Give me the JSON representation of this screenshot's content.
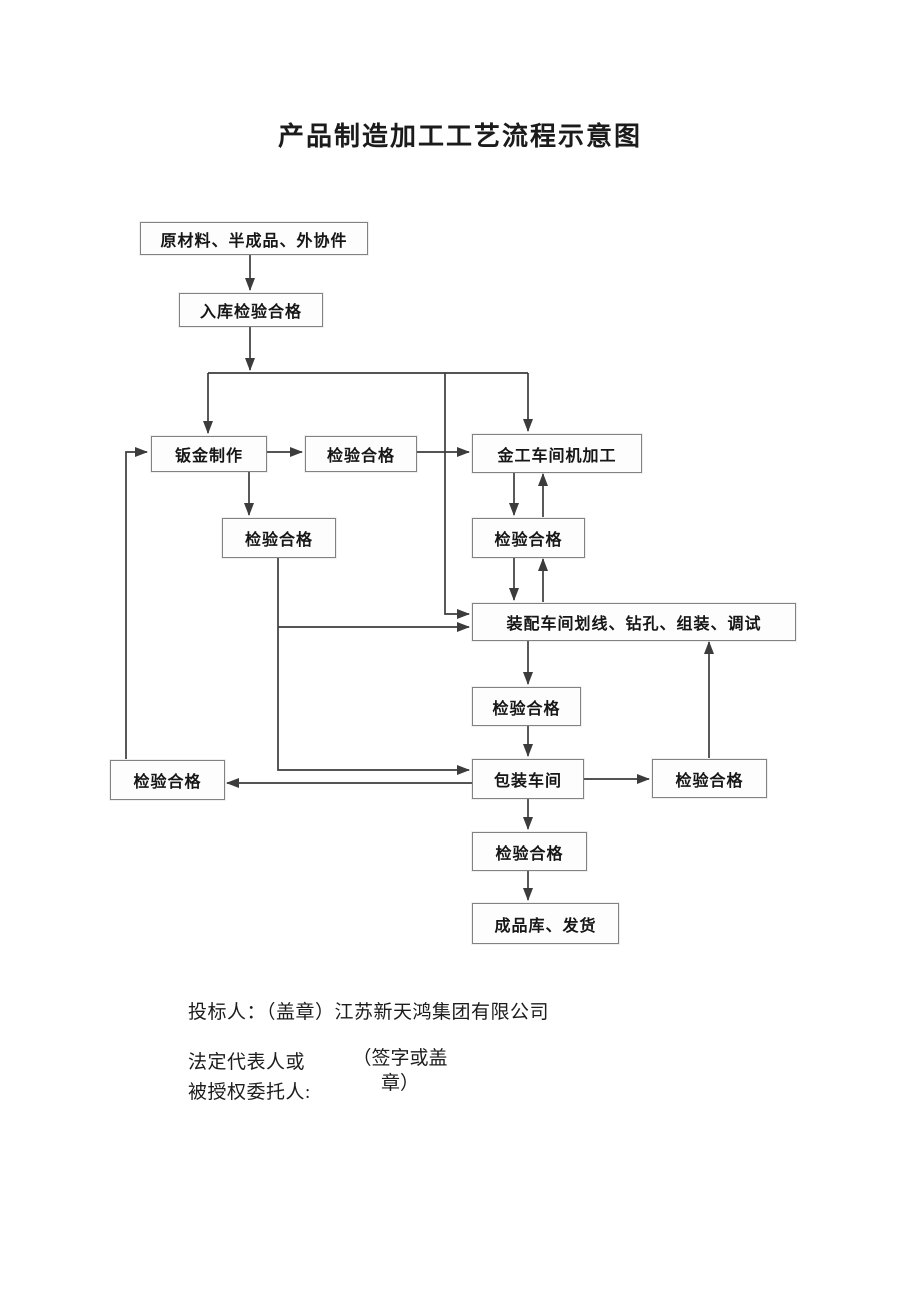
{
  "page": {
    "title": "产品制造加工工艺流程示意图"
  },
  "flowchart": {
    "nodes": {
      "raw": {
        "label": "原材料、半成品、外协件"
      },
      "incoming": {
        "label": "入库检验合格"
      },
      "sheetmetal": {
        "label": "钣金制作"
      },
      "inspect1": {
        "label": "检验合格"
      },
      "machining": {
        "label": "金工车间机加工"
      },
      "inspect2": {
        "label": "检验合格"
      },
      "inspect3": {
        "label": "检验合格"
      },
      "assembly": {
        "label": "装配车间划线、钻孔、组装、调试"
      },
      "inspect4": {
        "label": "检验合格"
      },
      "packing": {
        "label": "包装车间"
      },
      "inspect5": {
        "label": "检验合格"
      },
      "inspect6": {
        "label": "检验合格"
      },
      "inspect7": {
        "label": "检验合格"
      },
      "finished": {
        "label": "成品库、发货"
      }
    },
    "edges": [
      "raw->incoming",
      "incoming->branch",
      "branch->sheetmetal",
      "branch->machining",
      "branch->assembly",
      "sheetmetal->inspect1",
      "inspect1->machining",
      "sheetmetal->inspect2",
      "inspect2->assembly",
      "inspect2->packing",
      "machining->inspect3",
      "inspect3->machining",
      "inspect3->assembly",
      "assembly->inspect3",
      "assembly->inspect4",
      "inspect4->packing",
      "packing->inspect5",
      "inspect5->sheetmetal",
      "packing->inspect6",
      "inspect6->assembly",
      "packing->inspect7",
      "inspect7->finished"
    ]
  },
  "footer": {
    "bidder_line": "投标人：（盖章）江苏新天鸿集团有限公司",
    "legal_rep_line": "法定代表人或",
    "authorized_line": "被授权委托人:",
    "sign_note_line1": "（签字或盖",
    "sign_note_line2": "章）"
  },
  "colors": {
    "background": "#ffffff",
    "line": "#3c3c3c",
    "box_border": "#828282",
    "text": "#161616"
  }
}
